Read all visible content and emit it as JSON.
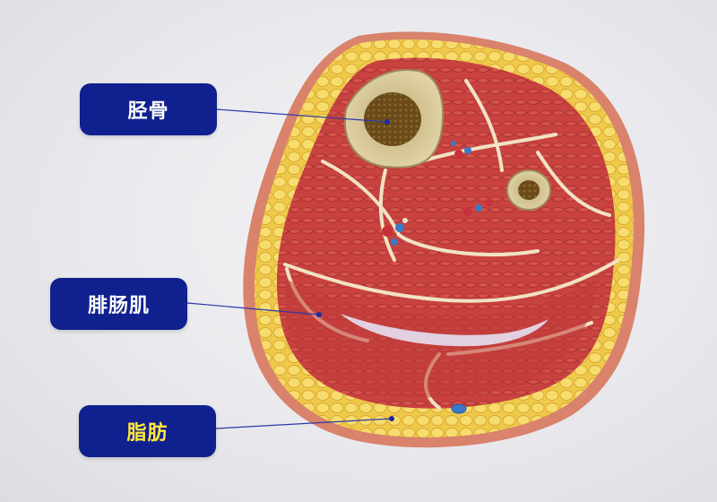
{
  "labels": {
    "tibia": "胫骨",
    "gastrocnemius": "腓肠肌",
    "fat": "脂肪"
  },
  "colors": {
    "label_background": "#10208e",
    "label_text": "#ffffff",
    "label_text_highlight": "#ffe83a",
    "leader_line": "#2a3aa6",
    "muscle": "#c9403f",
    "fat": "#efc94a",
    "bone": "#d9c89a",
    "marrow": "#6b4a1a",
    "skin": "#d9826c"
  }
}
